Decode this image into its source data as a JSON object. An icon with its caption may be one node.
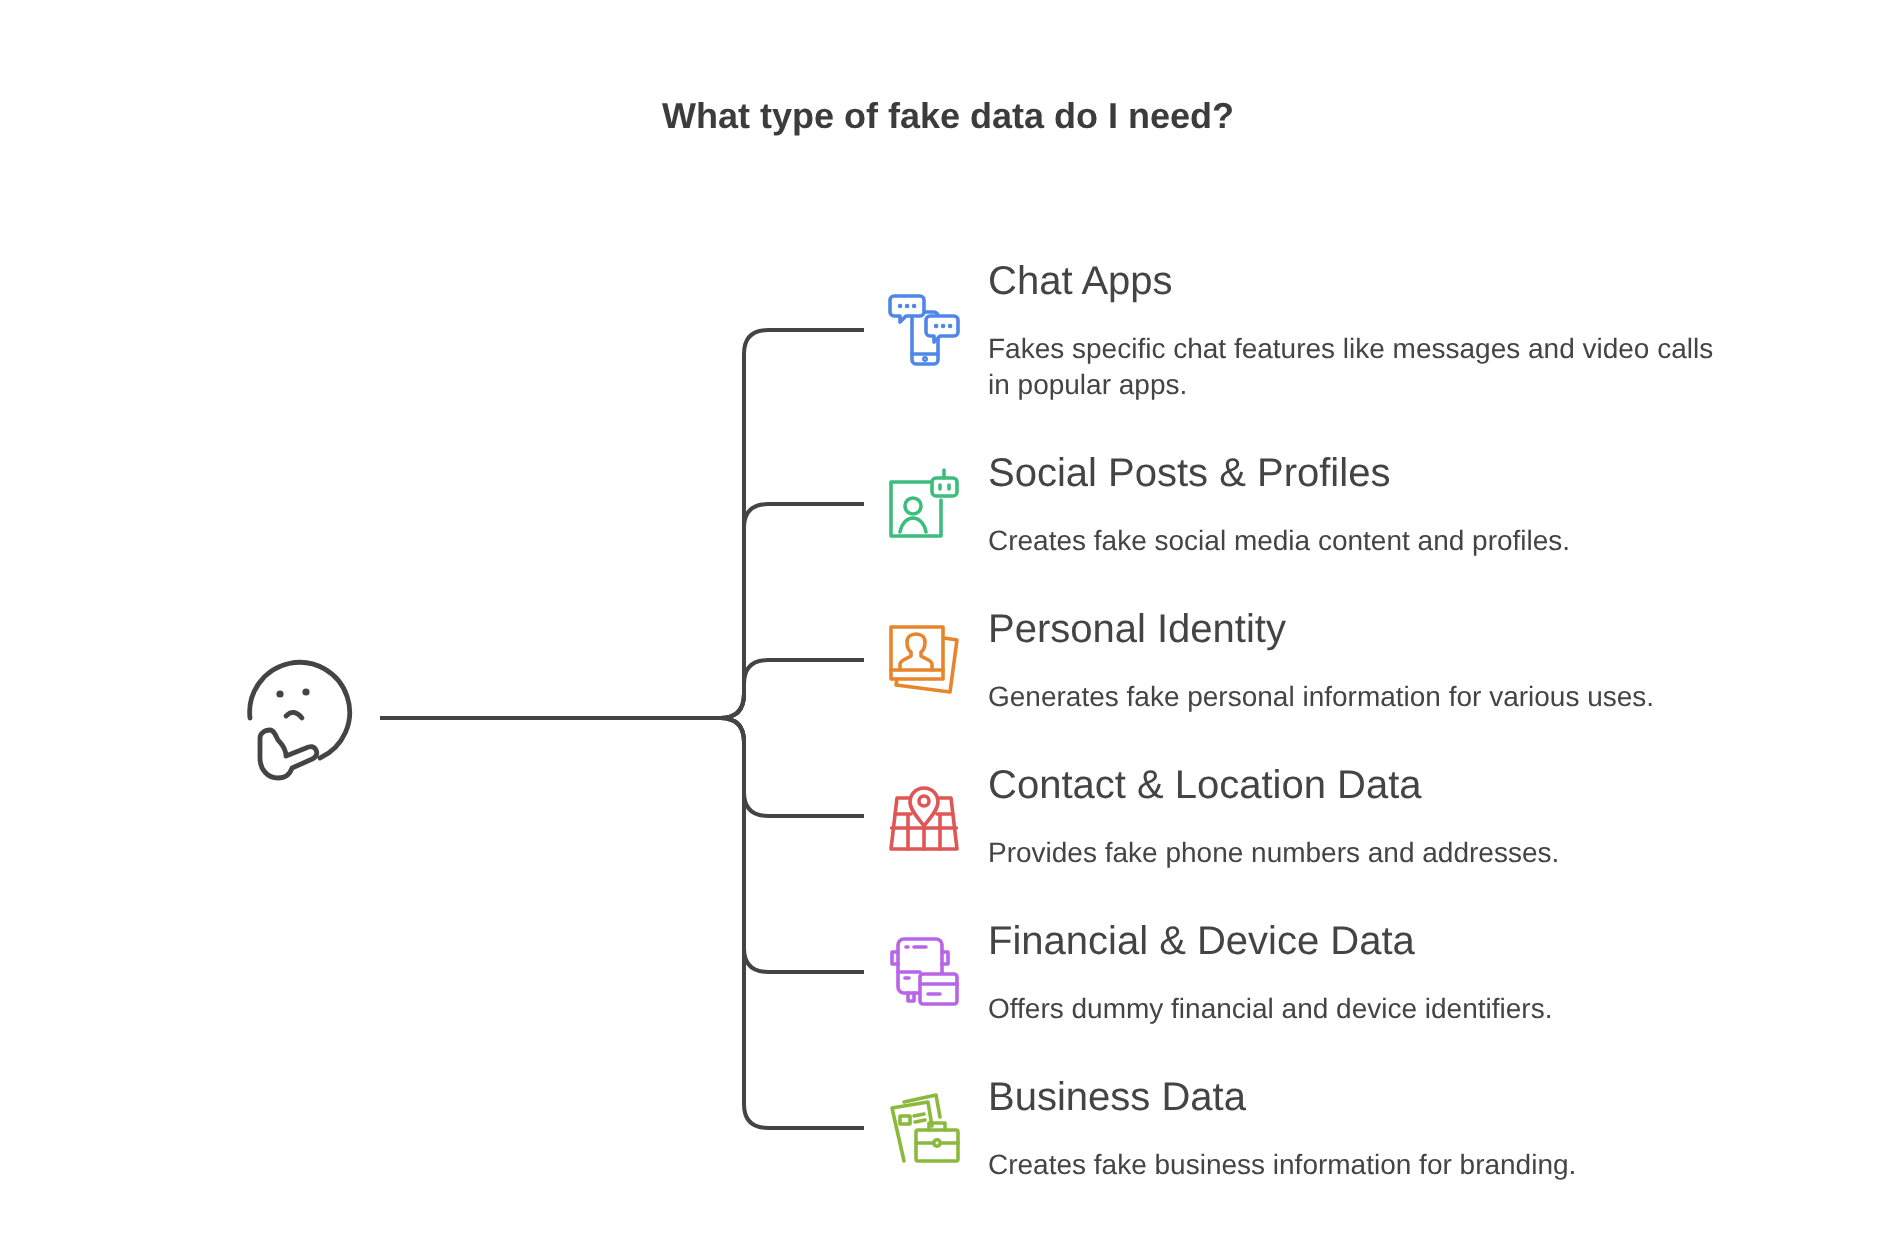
{
  "diagram": {
    "title": "What type of fake data do I need?",
    "nodes": [
      {
        "text": [],
        "shape": "picture"
      },
      {
        "text": [
          "Chat Apps",
          "Fakes specific chat features like messages and video calls in popular apps."
        ]
      },
      {
        "text": [
          "Social Posts & Profiles",
          "Creates fake social media content and profiles."
        ]
      },
      {
        "text": [
          "Personal Identity",
          "Generates fake personal information for various uses."
        ]
      },
      {
        "text": [
          "Contact & Location Data",
          "Provides fake phone numbers and addresses."
        ]
      },
      {
        "text": [
          "Financial & Device Data",
          "Offers dummy financial and device identifiers."
        ]
      },
      {
        "text": [
          "Business Data",
          "Creates fake business information for branding."
        ]
      }
    ],
    "edges": [
      {
        "from": 0,
        "to": 1,
        "arrow": "none"
      },
      {
        "from": 0,
        "to": 2,
        "arrow": "none"
      },
      {
        "from": 0,
        "to": 3,
        "arrow": "none"
      },
      {
        "from": 0,
        "to": 4,
        "arrow": "none"
      },
      {
        "from": 0,
        "to": 5,
        "arrow": "none"
      },
      {
        "from": 0,
        "to": 6,
        "arrow": "none"
      }
    ]
  }
}
